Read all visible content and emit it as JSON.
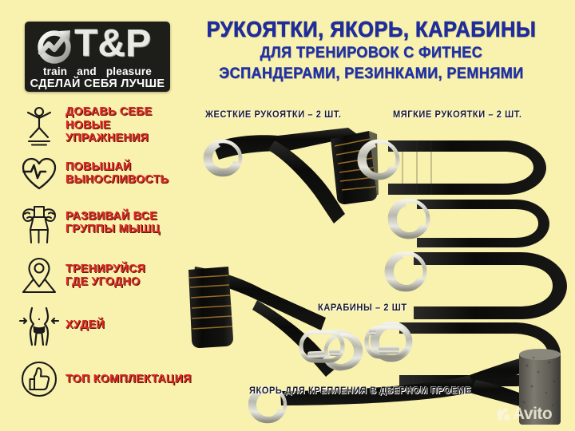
{
  "page": {
    "background_color": "#f9f1ae",
    "red": "#e22a23",
    "blue": "#1f2c9b",
    "dark": "#1d1d1a"
  },
  "logo": {
    "mark": "circular-arrow-growth-mark",
    "wordmark": "T&P",
    "tagline_en": [
      "train",
      "and",
      "pleasure"
    ],
    "tagline_ru": "СДЕЛАЙ СЕБЯ ЛУЧШЕ"
  },
  "headline": {
    "line1": "РУКОЯТКИ,  ЯКОРЬ,  КАРАБИНЫ",
    "line2": "ДЛЯ  ТРЕНИРОВОК  С  ФИТНЕС",
    "line3": "ЭСПАНДЕРАМИ,  РЕЗИНКАМИ,  РЕМНЯМИ"
  },
  "features": [
    {
      "icon": "jumping-person-icon",
      "text": "ДОБАВЬ СЕБЕ\nНОВЫЕ УПРАЖНЕНИЯ"
    },
    {
      "icon": "heart-pulse-icon",
      "text": "ПОВЫШАЙ\nВЫНОСЛИВОСТЬ"
    },
    {
      "icon": "muscle-flex-icon",
      "text": "РАЗВИВАЙ ВСЕ\nГРУППЫ МЫШЦ"
    },
    {
      "icon": "location-pin-map-icon",
      "text": "ТРЕНИРУЙСЯ\nГДЕ УГОДНО"
    },
    {
      "icon": "slim-waist-icon",
      "text": "ХУДЕЙ"
    },
    {
      "icon": "thumbs-up-icon",
      "text": "ТОП КОМПЛЕКТАЦИЯ"
    }
  ],
  "product_labels": {
    "hard_handles": "ЖЕСТКИЕ РУКОЯТКИ – 2 ШТ.",
    "soft_handles": "МЯГКИЕ РУКОЯТКИ – 2 ШТ.",
    "carabiners": "КАРАБИНЫ – 2 ШТ",
    "anchor": "ЯКОРЬ ДЛЯ КРЕПЛЕНИЯ В ДВЕРНОМ ПРОЕМЕ"
  },
  "photo": {
    "items": [
      {
        "name": "hard-handle-foam-grip",
        "count": 2,
        "grip_color": "#0d0d0d",
        "rib_color": "#a8762e"
      },
      {
        "name": "soft-handle-webbing-loop",
        "count": 3,
        "strap_color": "#0b0b0b"
      },
      {
        "name": "quick-link-carabiner",
        "count": 2,
        "metal_color": "#c8c8bc"
      },
      {
        "name": "door-anchor-strap",
        "count": 1,
        "foam_color": "#6b685f"
      }
    ]
  },
  "watermark": {
    "text": "Avito"
  }
}
